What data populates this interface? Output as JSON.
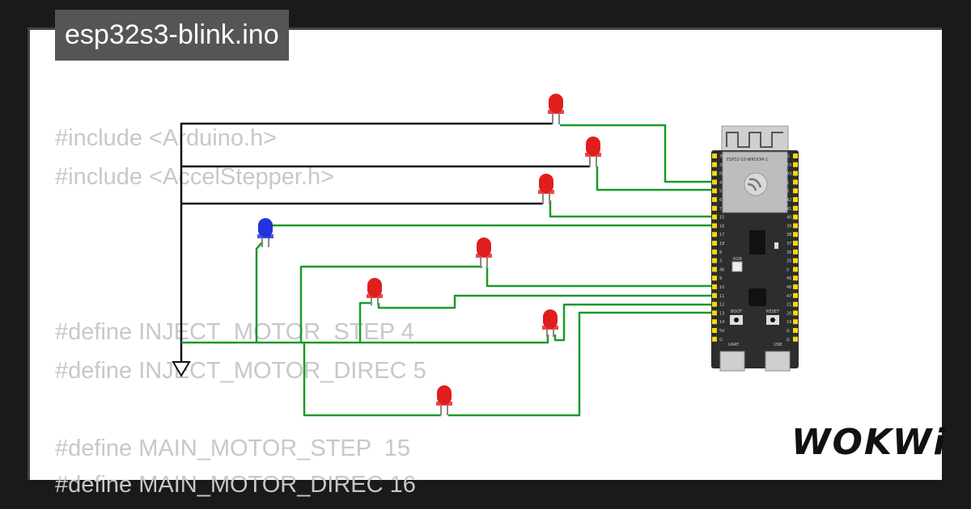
{
  "project": {
    "filename": "esp32s3-blink.ino"
  },
  "code_lines": [
    "#include <Arduino.h>",
    "#include <AccelStepper.h>",
    "#define INJECT_MOTOR_STEP 4",
    "#define INJECT_MOTOR_DIREC 5",
    "#define MAIN_MOTOR_STEP  15",
    "#define MAIN_MOTOR_DIREC 16"
  ],
  "board": {
    "module_label": "ESP32-S3-WROOM-1",
    "left_pins": [
      "3V3",
      "3V3",
      "RST",
      "4",
      "5",
      "6",
      "7",
      "15",
      "16",
      "17",
      "18",
      "8",
      "3",
      "46",
      "9",
      "10",
      "11",
      "12",
      "13",
      "14",
      "5V",
      "G"
    ],
    "right_pins": [
      "G",
      "TX",
      "RX",
      "1",
      "2",
      "42",
      "41",
      "40",
      "39",
      "38",
      "37",
      "36",
      "35",
      "0",
      "45",
      "48",
      "47",
      "21",
      "20",
      "19",
      "G",
      "G"
    ],
    "rgb_label": "RGB",
    "boot_label": "BOOT",
    "reset_label": "RESET",
    "uart_label": "UART",
    "usb_label": "USB"
  },
  "colors": {
    "led_red": "#e01e1e",
    "led_blue": "#2233dd",
    "wire_green": "#1a9a2a",
    "wire_black": "#111111",
    "board_body": "#2d2d2d",
    "pin_yellow": "#f5d90a"
  },
  "logo": {
    "text": "WOKWi"
  }
}
